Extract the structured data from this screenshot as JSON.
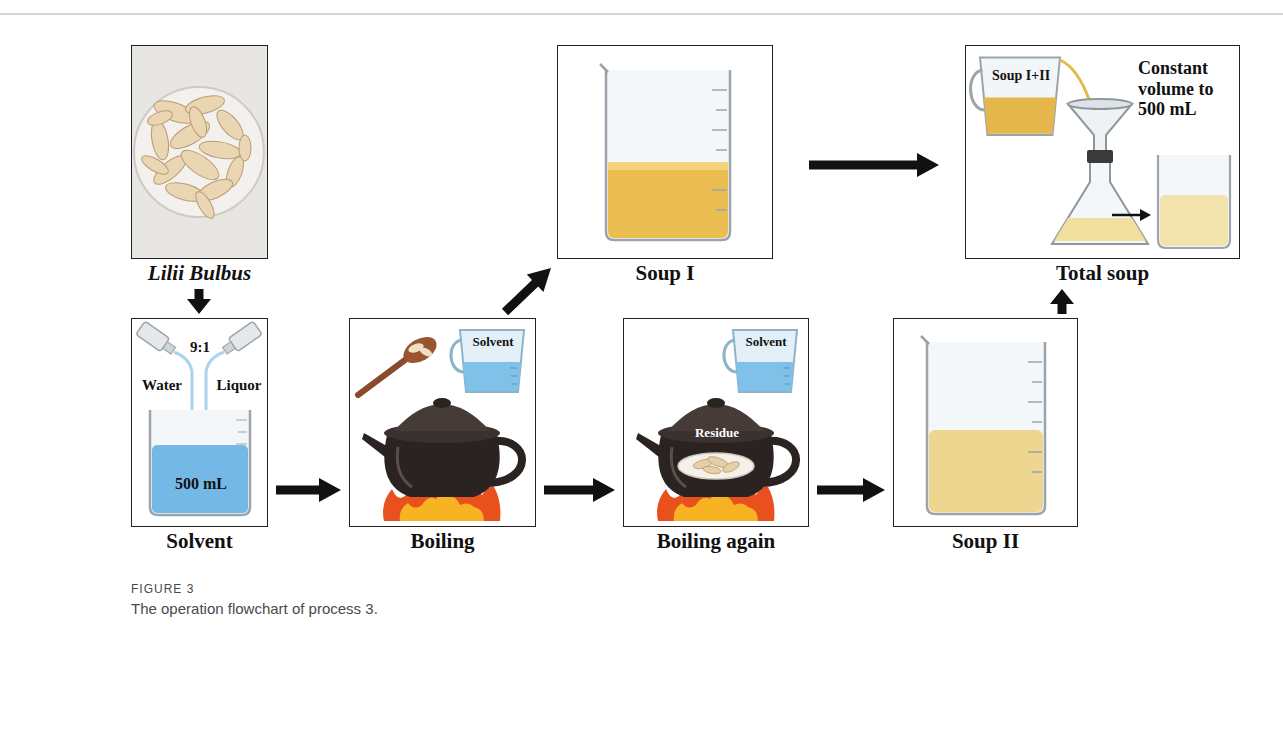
{
  "diagram": {
    "caption": "The operation flowchart of process 3.",
    "nodes": [
      {
        "text": [
          "Lilii Bulbus"
        ]
      },
      {
        "text": [
          "Solvent",
          "Water",
          "9:1",
          "Liquor",
          "500 mL"
        ]
      },
      {
        "text": [
          "Boiling",
          "Solvent"
        ]
      },
      {
        "text": [
          "Soup I"
        ]
      },
      {
        "text": [
          "Boiling again",
          "Solvent",
          "Residue"
        ]
      },
      {
        "text": [
          "Soup II"
        ]
      },
      {
        "text": [
          "Total soup",
          "Soup I+II",
          "Constant volume to 500 mL"
        ]
      }
    ],
    "edges": [
      {
        "from": 0,
        "to": 1,
        "arrow": "to"
      },
      {
        "from": 1,
        "to": 2,
        "arrow": "to"
      },
      {
        "from": 2,
        "to": 3,
        "arrow": "to"
      },
      {
        "from": 2,
        "to": 4,
        "arrow": "to"
      },
      {
        "from": 4,
        "to": 5,
        "arrow": "to"
      },
      {
        "from": 5,
        "to": 6,
        "arrow": "to"
      },
      {
        "from": 3,
        "to": 6,
        "arrow": "to"
      }
    ],
    "labels": [
      "FIGURE 3"
    ]
  }
}
